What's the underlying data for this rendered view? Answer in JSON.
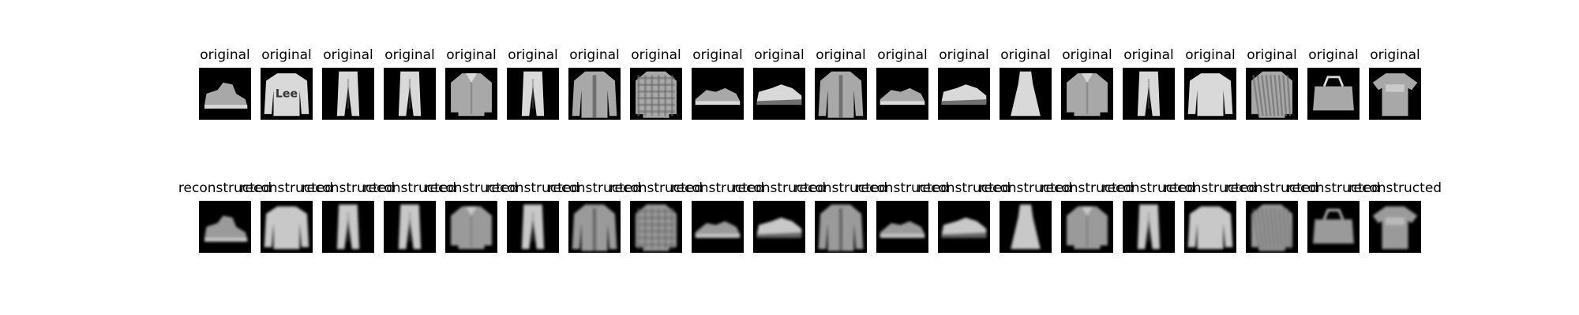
{
  "figure": {
    "background_color": "#ffffff",
    "thumbnail_background_color": "#000000",
    "rows": [
      {
        "id": "original",
        "titles": [
          "original",
          "original",
          "original",
          "original",
          "original",
          "original",
          "original",
          "original",
          "original",
          "original",
          "original",
          "original",
          "original",
          "original",
          "original",
          "original",
          "original",
          "original",
          "original",
          "original"
        ]
      },
      {
        "id": "reconstructed",
        "titles": [
          "reconstructed",
          "reconstructed",
          "reconstructed",
          "reconstructed",
          "reconstructed",
          "reconstructed",
          "reconstructed",
          "reconstructed",
          "reconstructed",
          "reconstructed",
          "reconstructed",
          "reconstructed",
          "reconstructed",
          "reconstructed",
          "reconstructed",
          "reconstructed",
          "reconstructed",
          "reconstructed",
          "reconstructed",
          "reconstructed"
        ]
      }
    ],
    "items": [
      {
        "kind": "ankle-boot",
        "detail": ""
      },
      {
        "kind": "pullover",
        "detail": "Lee"
      },
      {
        "kind": "trouser",
        "detail": ""
      },
      {
        "kind": "trouser",
        "detail": ""
      },
      {
        "kind": "shirt",
        "detail": ""
      },
      {
        "kind": "trouser",
        "detail": ""
      },
      {
        "kind": "coat",
        "detail": ""
      },
      {
        "kind": "shirt-plaid",
        "detail": ""
      },
      {
        "kind": "sandal",
        "detail": ""
      },
      {
        "kind": "sneaker",
        "detail": ""
      },
      {
        "kind": "coat",
        "detail": ""
      },
      {
        "kind": "sandal",
        "detail": ""
      },
      {
        "kind": "sneaker",
        "detail": ""
      },
      {
        "kind": "dress",
        "detail": ""
      },
      {
        "kind": "shirt",
        "detail": ""
      },
      {
        "kind": "trouser",
        "detail": ""
      },
      {
        "kind": "pullover",
        "detail": ""
      },
      {
        "kind": "shirt-pattern",
        "detail": ""
      },
      {
        "kind": "bag",
        "detail": ""
      },
      {
        "kind": "tshirt",
        "detail": ""
      }
    ]
  }
}
